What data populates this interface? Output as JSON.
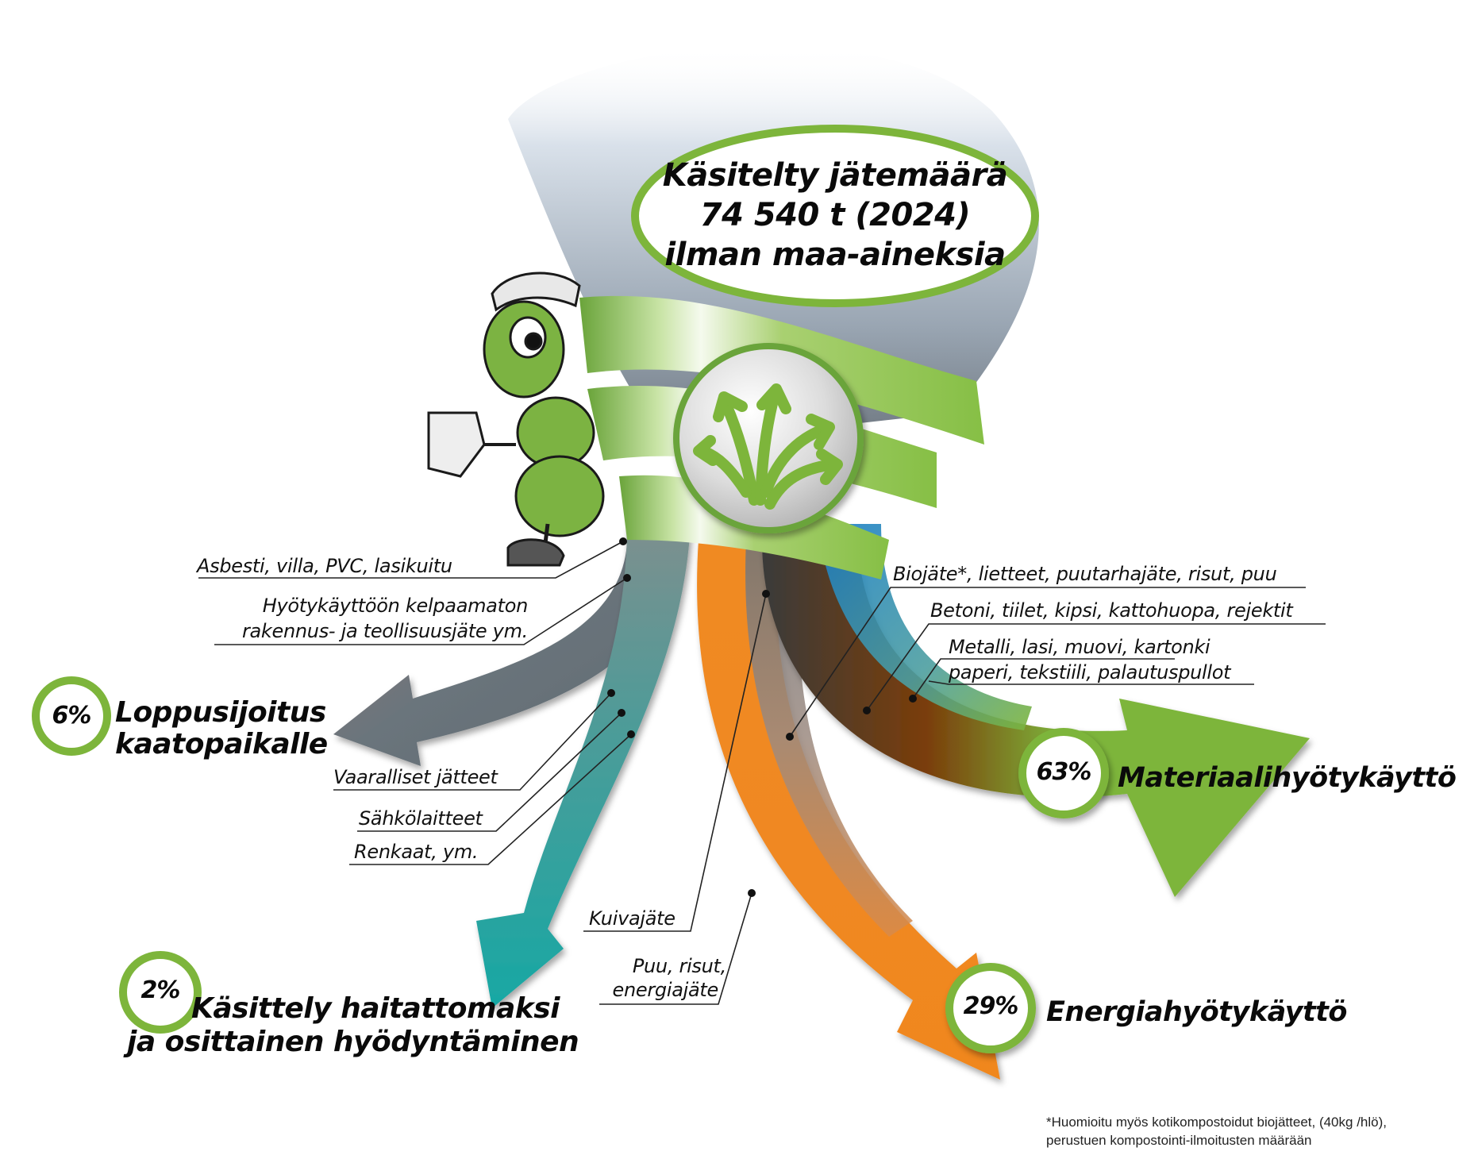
{
  "header": {
    "line1": "Käsitelty jätemäärä",
    "line2": "74 540 t (2024)",
    "line3": "ilman maa-aineksia"
  },
  "emblem": {
    "icon": "branching-arrows-icon"
  },
  "mascot": {
    "icon": "ant-mascot-icon"
  },
  "outcomes": {
    "landfill": {
      "percent": "6%",
      "value": 6,
      "line1": "Loppusijoitus",
      "line2": "kaatopaikalle",
      "color": "#5f6b73"
    },
    "hazardous": {
      "percent": "2%",
      "value": 2,
      "line1": "Käsittely haitattomaksi",
      "line2": "ja osittainen hyödyntäminen",
      "color": "#17a8a4"
    },
    "material": {
      "percent": "63%",
      "value": 63,
      "label": "Materiaalihyötykäyttö",
      "color": "#7db53b"
    },
    "energy": {
      "percent": "29%",
      "value": 29,
      "label": "Energiahyötykäyttö",
      "color": "#f0871f"
    }
  },
  "callouts": {
    "asbesti": "Asbesti, villa, PVC, lasikuitu",
    "hyoty1": "Hyötykäyttöön kelpaamaton",
    "hyoty2": "rakennus- ja teollisuusjäte ym.",
    "vaaralliset": "Vaaralliset jätteet",
    "sahko": "Sähkölaitteet",
    "renkaat": "Renkaat, ym.",
    "kuiva": "Kuivajäte",
    "puu1": "Puu, risut,",
    "puu2": "energiajäte",
    "bio": "Biojäte*, lietteet, puutarhajäte, risut, puu",
    "betoni": "Betoni, tiilet, kipsi, kattohuopa, rejektit",
    "metalli1": "Metalli, lasi, muovi, kartonki",
    "metalli2": "paperi, tekstiili, palautuspullot"
  },
  "footnote": {
    "line1": "*Huomioitu myös kotikompostoidut biojätteet, (40kg /hlö),",
    "line2": "perustuen kompostointi-ilmoitusten määrään"
  },
  "colors": {
    "green": "#7db53b",
    "ring": "#7db53b",
    "grey_arrow": "#5f6b73",
    "teal_arrow": "#17a8a4",
    "orange_arrow": "#f0871f",
    "brown": "#7a3d0a",
    "blue": "#1a7fc8"
  }
}
